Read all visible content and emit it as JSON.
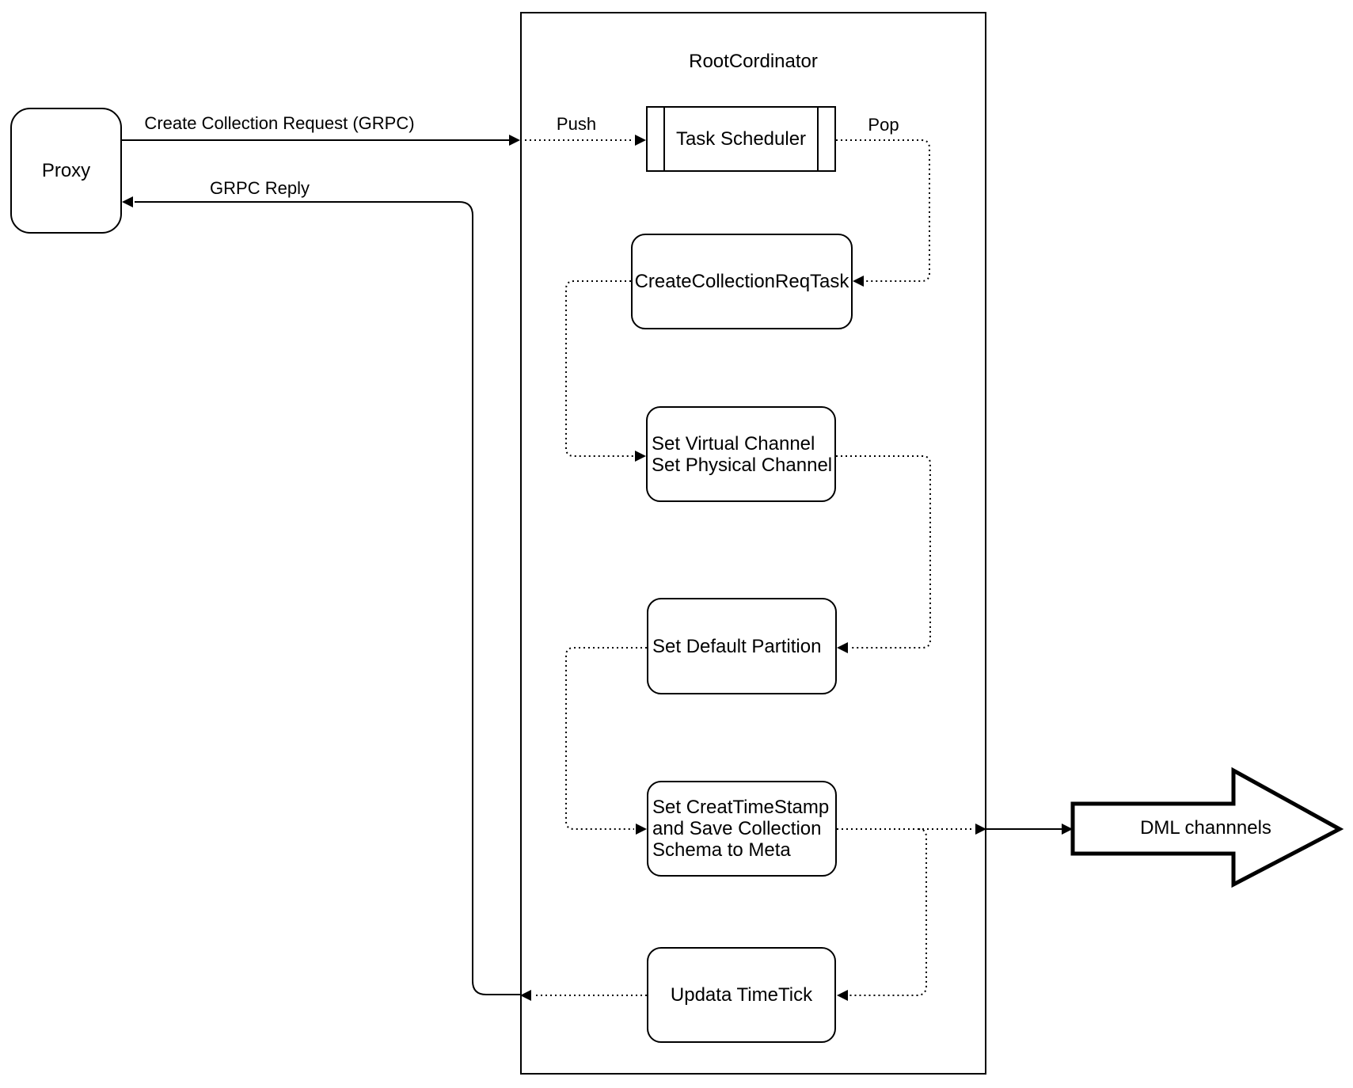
{
  "proxy": {
    "label": "Proxy"
  },
  "root_coordinator": {
    "title": "RootCordinator"
  },
  "task_scheduler": {
    "label": "Task Scheduler"
  },
  "tasks": {
    "create_collection_req": {
      "label": "CreateCollectionReqTask"
    },
    "set_channel": {
      "lines": [
        "Set Virtual Channel",
        "Set Physical Channel"
      ]
    },
    "set_default_partition": {
      "label": "Set Default Partition"
    },
    "set_timestamp": {
      "lines": [
        "Set CreatTimeStamp",
        "and Save Collection",
        "Schema to Meta"
      ]
    },
    "update_timetick": {
      "label": "Updata TimeTick"
    }
  },
  "edge_labels": {
    "request": "Create Collection Request (GRPC)",
    "reply": "GRPC Reply",
    "push": "Push",
    "pop": "Pop"
  },
  "dml": {
    "label": "DML channnels"
  },
  "colors": {
    "stroke": "#000000",
    "background": "#ffffff"
  }
}
